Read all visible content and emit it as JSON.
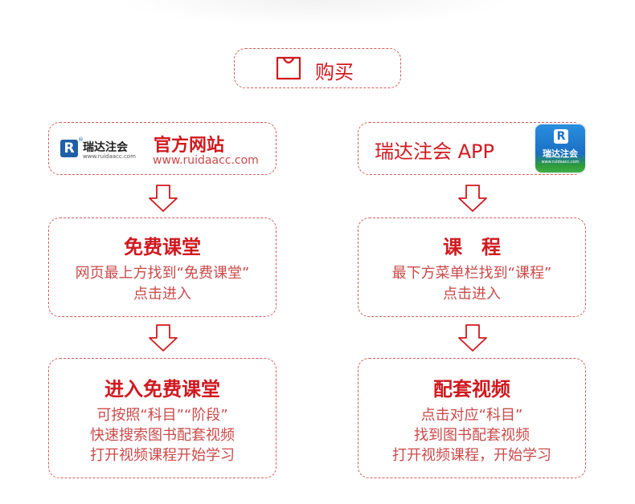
{
  "buy": {
    "label": "购买",
    "icon": "shopping-bag-icon"
  },
  "website": {
    "logo_text": "瑞达注会",
    "logo_url": "www.ruidaacc.com",
    "title": "官方网站",
    "url": "www.ruidaacc.com"
  },
  "app": {
    "title": "瑞达注会 APP",
    "icon_text": "瑞达注会",
    "icon_url": "www.ruidaacc.com"
  },
  "left_steps": [
    {
      "title": "免费课堂",
      "lines": [
        "网页最上方找到“免费课堂”",
        "点击进入"
      ]
    },
    {
      "title": "进入免费课堂",
      "lines": [
        "可按照“科目”“阶段”",
        "快速搜索图书配套视频",
        "打开视频课程开始学习"
      ]
    }
  ],
  "right_steps": [
    {
      "title": "课　程",
      "lines": [
        "最下方菜单栏找到“课程”",
        "点击进入"
      ]
    },
    {
      "title": "配套视频",
      "lines": [
        "点击对应“科目”",
        "找到图书配套视频",
        "打开视频课程，开始学习"
      ]
    }
  ],
  "colors": {
    "accent": "#d0191f",
    "border": "#d95a5a",
    "logo_blue": "#1f5fa8"
  }
}
